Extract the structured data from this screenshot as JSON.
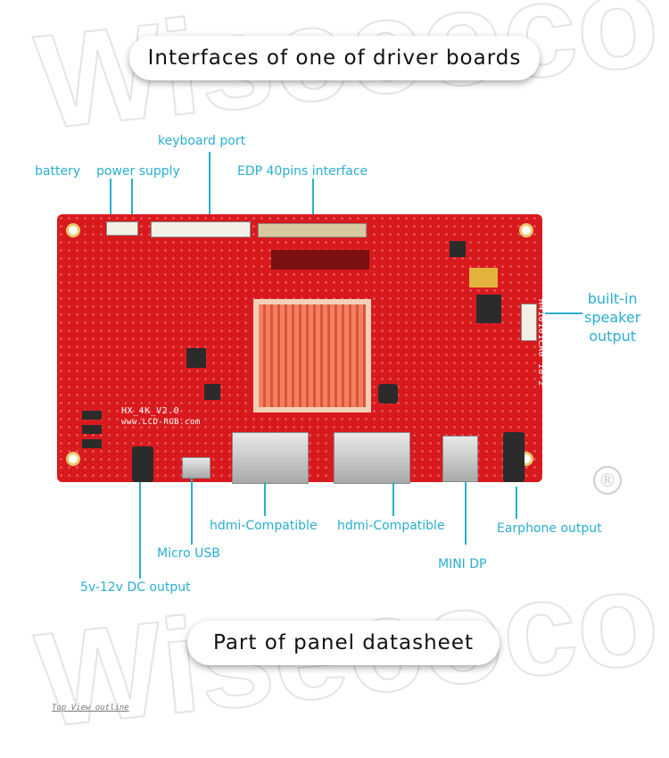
{
  "header": {
    "title": "Interfaces of one of driver boards"
  },
  "footer": {
    "title": "Part of panel datasheet",
    "outline_caption": "Top View outline"
  },
  "watermark": {
    "text": "Wisecoco",
    "registered_mark": "®"
  },
  "board": {
    "silk_model": "HX_4K_V2.0",
    "silk_site": "www.LCD-RGB.com",
    "side_code": "H410101CA0 18-2"
  },
  "labels": {
    "keyboard_port": "keyboard port",
    "battery": "battery",
    "power_supply": "power supply",
    "edp": "EDP 40pins interface",
    "speaker_l1": "built-in",
    "speaker_l2": "speaker",
    "speaker_l3": "output",
    "hdmi_1": "hdmi-Compatible",
    "hdmi_2": "hdmi-Compatible",
    "earphone": "Earphone output",
    "micro_usb": "Micro USB",
    "mini_dp": "MINI DP",
    "dc_output": "5v-12v DC output"
  },
  "colors": {
    "label": "#2aaecf",
    "pcb": "#d81a1e",
    "heatsink": "#f06a4a"
  }
}
